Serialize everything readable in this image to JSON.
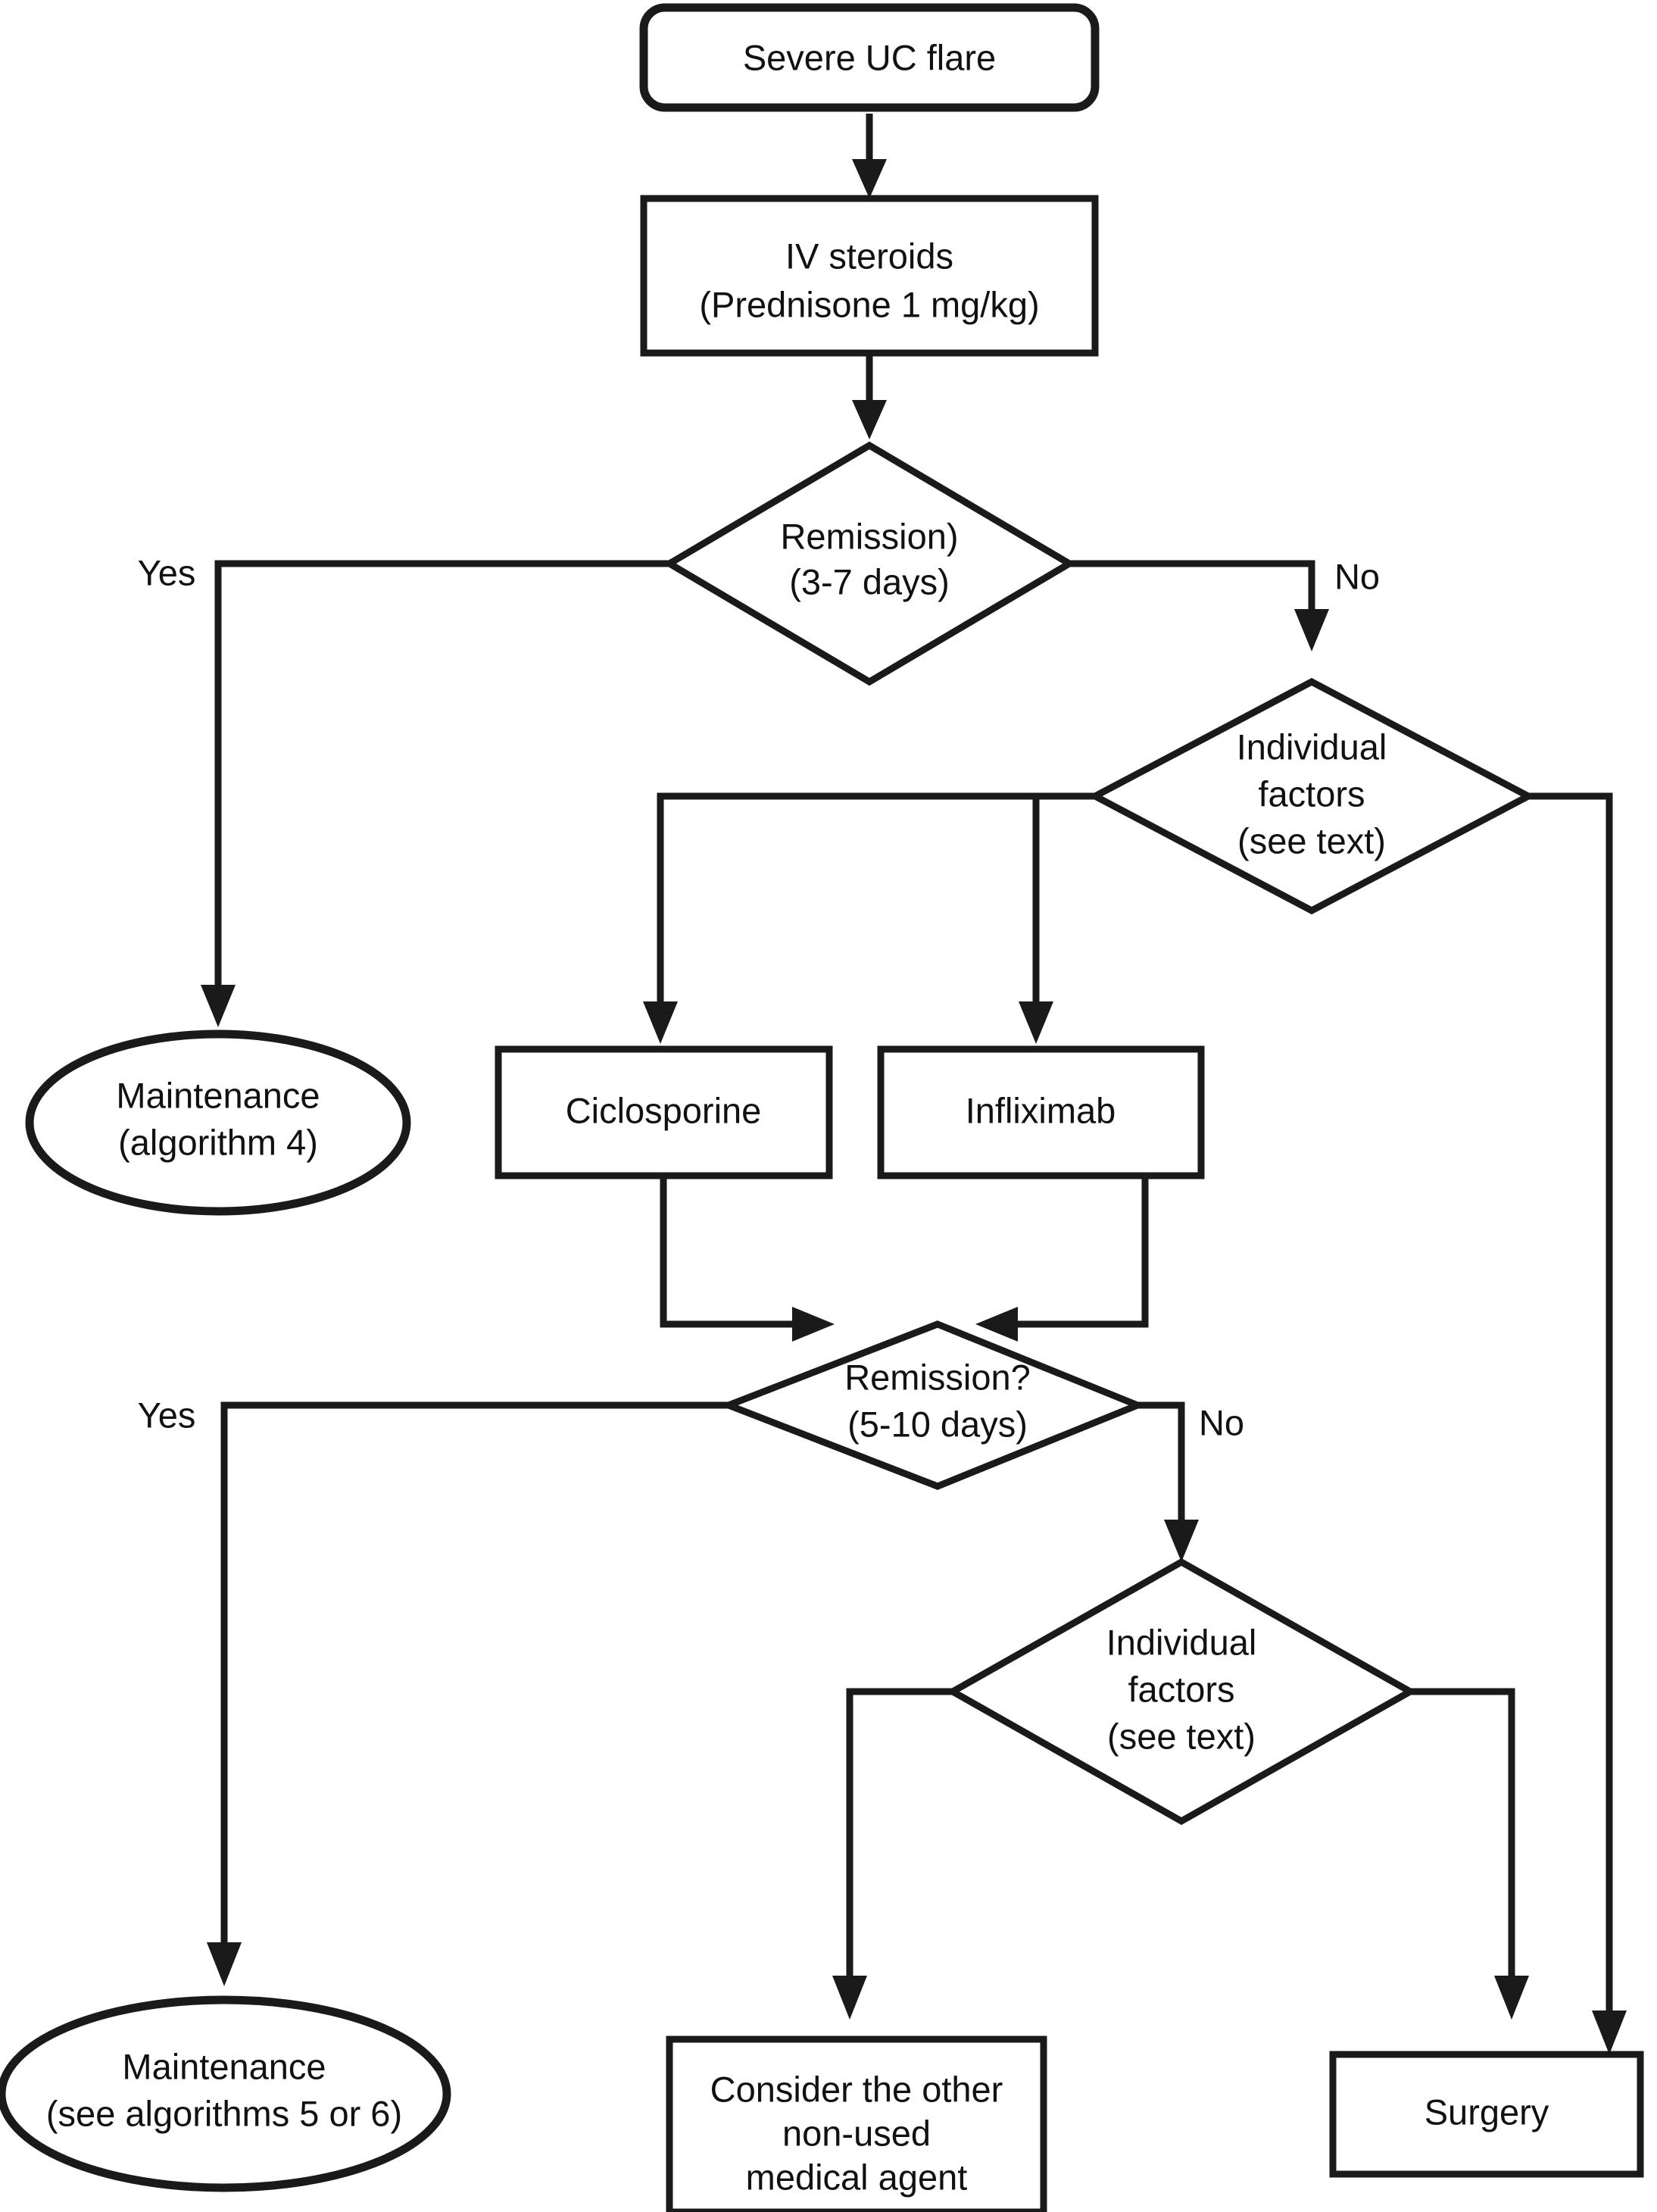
{
  "diagram": {
    "type": "clinical-decision-flowchart",
    "title": "Severe UC flare management algorithm",
    "nodes": [
      {
        "id": "start",
        "shape": "rounded-rect",
        "lines": [
          "Severe UC flare"
        ]
      },
      {
        "id": "steroids",
        "shape": "rect",
        "lines": [
          "IV steroids",
          "(Prednisone 1 mg/kg)"
        ]
      },
      {
        "id": "remission1",
        "shape": "diamond",
        "lines": [
          "Remission)",
          "(3-7 days)"
        ]
      },
      {
        "id": "maintenance1",
        "shape": "ellipse",
        "lines": [
          "Maintenance",
          "(algorithm 4)"
        ]
      },
      {
        "id": "factors1",
        "shape": "diamond",
        "lines": [
          "Individual",
          "factors",
          "(see text)"
        ]
      },
      {
        "id": "ciclosporine",
        "shape": "rect",
        "lines": [
          "Ciclosporine"
        ]
      },
      {
        "id": "infliximab",
        "shape": "rect",
        "lines": [
          "Infliximab"
        ]
      },
      {
        "id": "remission2",
        "shape": "diamond",
        "lines": [
          "Remission?",
          "(5-10 days)"
        ]
      },
      {
        "id": "factors2",
        "shape": "diamond",
        "lines": [
          "Individual",
          "factors",
          "(see text)"
        ]
      },
      {
        "id": "maintenance2",
        "shape": "ellipse",
        "lines": [
          "Maintenance",
          "(see algorithms 5 or 6)"
        ]
      },
      {
        "id": "otheragent",
        "shape": "rect",
        "lines": [
          "Consider the other",
          "non-used",
          "medical agent"
        ]
      },
      {
        "id": "surgery",
        "shape": "rect",
        "lines": [
          "Surgery"
        ]
      }
    ],
    "edge_labels": [
      {
        "id": "yes1",
        "text": "Yes"
      },
      {
        "id": "no1",
        "text": "No"
      },
      {
        "id": "yes2",
        "text": "Yes"
      },
      {
        "id": "no2",
        "text": "No"
      }
    ],
    "edges": [
      {
        "from": "start",
        "to": "steroids",
        "label": ""
      },
      {
        "from": "steroids",
        "to": "remission1",
        "label": ""
      },
      {
        "from": "remission1",
        "to": "maintenance1",
        "label": "Yes"
      },
      {
        "from": "remission1",
        "to": "factors1",
        "label": "No"
      },
      {
        "from": "factors1",
        "to": "ciclosporine",
        "label": ""
      },
      {
        "from": "factors1",
        "to": "infliximab",
        "label": ""
      },
      {
        "from": "factors1",
        "to": "surgery",
        "label": ""
      },
      {
        "from": "ciclosporine",
        "to": "remission2",
        "label": ""
      },
      {
        "from": "infliximab",
        "to": "remission2",
        "label": ""
      },
      {
        "from": "remission2",
        "to": "maintenance2",
        "label": "Yes"
      },
      {
        "from": "remission2",
        "to": "factors2",
        "label": "No"
      },
      {
        "from": "factors2",
        "to": "otheragent",
        "label": ""
      },
      {
        "from": "factors2",
        "to": "surgery",
        "label": ""
      }
    ],
    "colors": {
      "stroke": "#1a1a1a",
      "fill": "#ffffff",
      "text": "#111111",
      "background": "#ffffff"
    }
  }
}
